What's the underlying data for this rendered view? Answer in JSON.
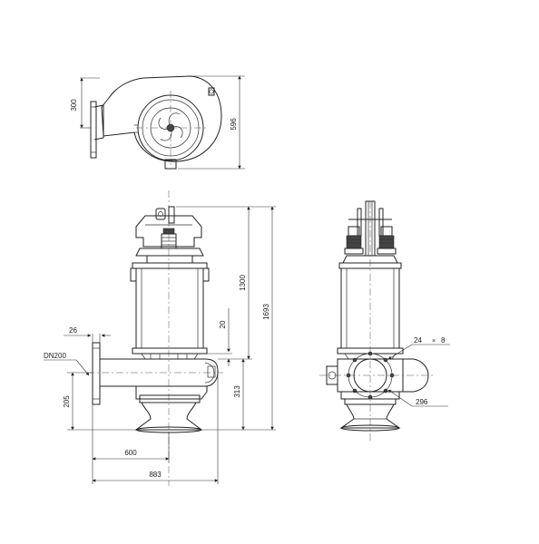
{
  "drawing": {
    "top_view": {
      "dim_width": "300",
      "dim_height": "596"
    },
    "side_view": {
      "dim_flange": "26",
      "dim_outlet": "DN200",
      "dim_outlet_height": "205",
      "dim_base_to_center": "600",
      "dim_overall_length": "883",
      "dim_motor_height": "1300",
      "dim_total_height": "1693",
      "dim_small_gap": "20",
      "dim_bottom_to_outlet": "313"
    },
    "front_view": {
      "dim_bolts": "24",
      "dim_bolt_times": "×",
      "dim_bolt_count": "8",
      "dim_bolt_circle": "296"
    }
  }
}
